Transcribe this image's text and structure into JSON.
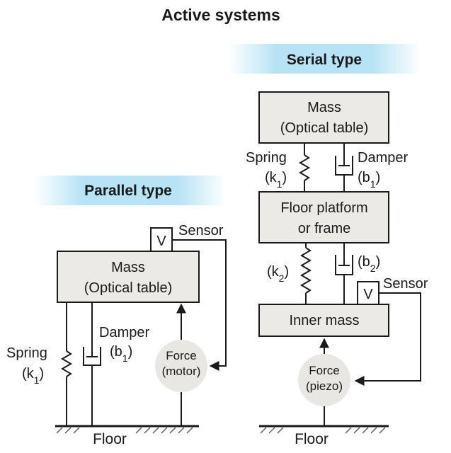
{
  "title": "Active systems",
  "parallel": {
    "header": "Parallel type",
    "mass_line1": "Mass",
    "mass_line2": "(Optical table)",
    "sensor_box": "V",
    "sensor_label": "Sensor",
    "damper_label": "Damper",
    "damper_param": "(b",
    "damper_sub": "1",
    "spring_label": "Spring",
    "spring_param": "(k",
    "spring_sub": "1",
    "force_line1": "Force",
    "force_line2": "(motor)",
    "floor": "Floor"
  },
  "serial": {
    "header": "Serial type",
    "mass_line1": "Mass",
    "mass_line2": "(Optical table)",
    "spring_label": "Spring",
    "spring_param": "(k",
    "spring_sub": "1",
    "damper_label": "Damper",
    "damper_param": "(b",
    "damper_sub": "1",
    "platform_line1": "Floor platform",
    "platform_line2": "or frame",
    "spring2_param": "(k",
    "spring2_sub": "2",
    "damper2_param": "(b",
    "damper2_sub": "2",
    "sensor_box": "V",
    "sensor_label": "Sensor",
    "inner_mass": "Inner mass",
    "force_line1": "Force",
    "force_line2": "(piezo)",
    "floor": "Floor"
  },
  "colors": {
    "header_band": "#b8e3f6",
    "box_fill": "#eceae6",
    "circle_fill": "#e9e7e3",
    "line": "#1a1a1a"
  }
}
